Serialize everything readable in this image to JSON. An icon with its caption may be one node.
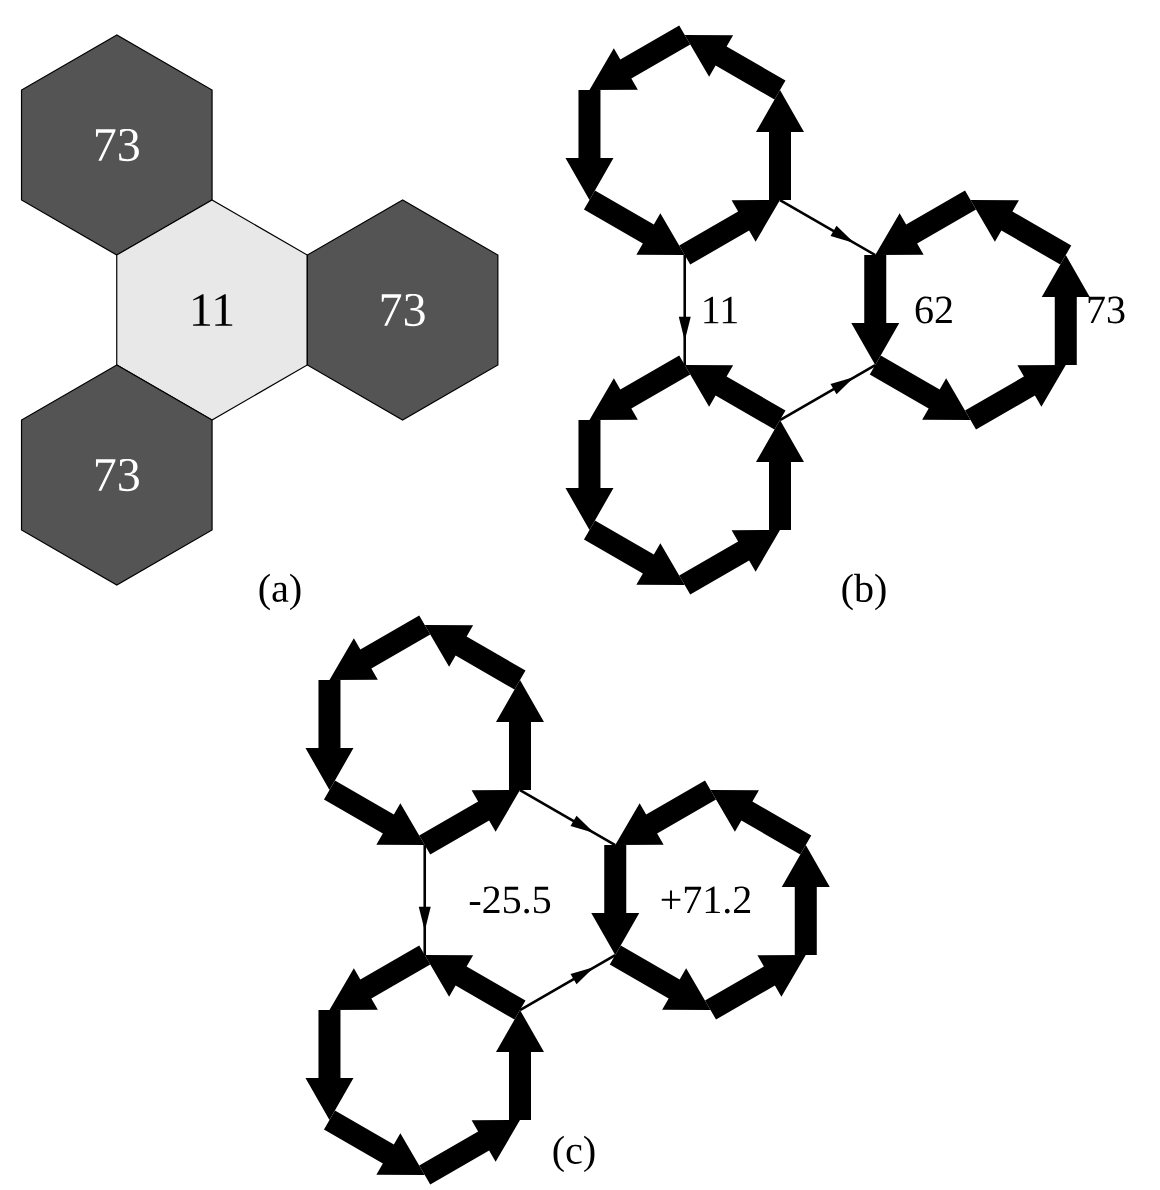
{
  "diagram": {
    "nodes": [
      {
        "text": [
          "73"
        ]
      },
      {
        "text": [
          "11"
        ]
      },
      {
        "text": [
          "73"
        ]
      },
      {
        "text": [
          "73"
        ]
      }
    ],
    "labels": [
      "(a)",
      "11",
      "62",
      "73",
      "(b)",
      "-25.5",
      "+71.2",
      "(c)"
    ]
  }
}
